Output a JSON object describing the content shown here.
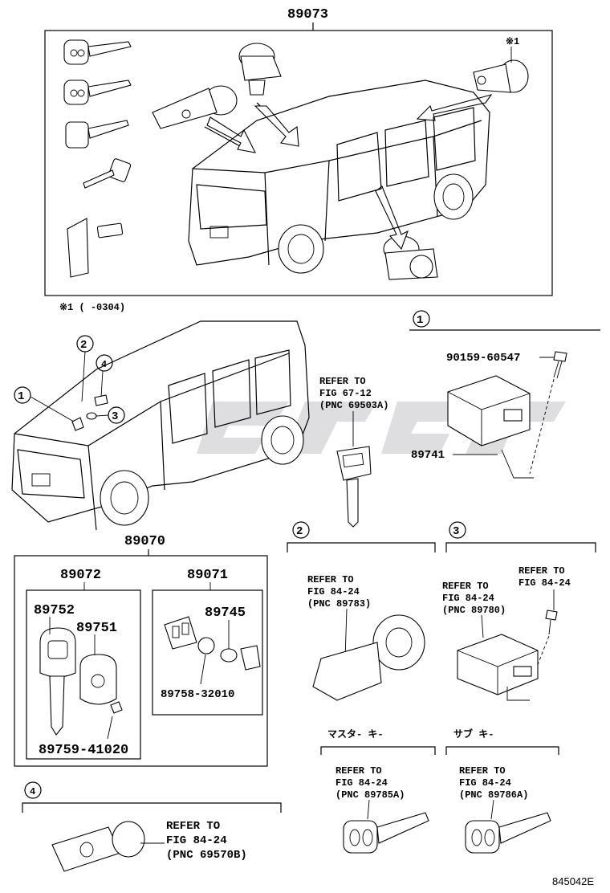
{
  "top_assembly": {
    "part_no": "89073",
    "note_mark": "※1",
    "note": "※1 (      -0304)"
  },
  "view_markers": [
    "①",
    "②",
    "③",
    "④"
  ],
  "section_1": {
    "marker": "①",
    "bolt_part": "90159-60547",
    "ecu_part": "89741",
    "key_ref": [
      "REFER TO",
      "FIG 67-12",
      "(PNC 69503A)"
    ]
  },
  "transmitter_set": {
    "part_no": "89070",
    "left_box": {
      "title": "89072",
      "items": [
        "89752",
        "89751",
        "89759-41020"
      ]
    },
    "right_box": {
      "title": "89071",
      "items": [
        "89745",
        "89758-32010"
      ]
    }
  },
  "section_2": {
    "marker": "②",
    "ref": [
      "REFER TO",
      "FIG 84-24",
      "(PNC 89783)"
    ]
  },
  "section_3": {
    "marker": "③",
    "ref_a": [
      "REFER TO",
      "FIG 84-24",
      "(PNC 89780)"
    ],
    "ref_b": [
      "REFER TO",
      "FIG 84-24"
    ]
  },
  "section_4": {
    "marker": "④",
    "ref": [
      "REFER TO",
      "FIG 84-24",
      "(PNC 69570B)"
    ]
  },
  "master_key": {
    "title": "マスタ- キ-",
    "ref": [
      "REFER TO",
      "FIG 84-24",
      "(PNC 89785A)"
    ]
  },
  "sub_key": {
    "title": "サブ キ-",
    "ref": [
      "REFER TO",
      "FIG 84-24",
      "(PNC 89786A)"
    ]
  },
  "figure_id": "845042E"
}
